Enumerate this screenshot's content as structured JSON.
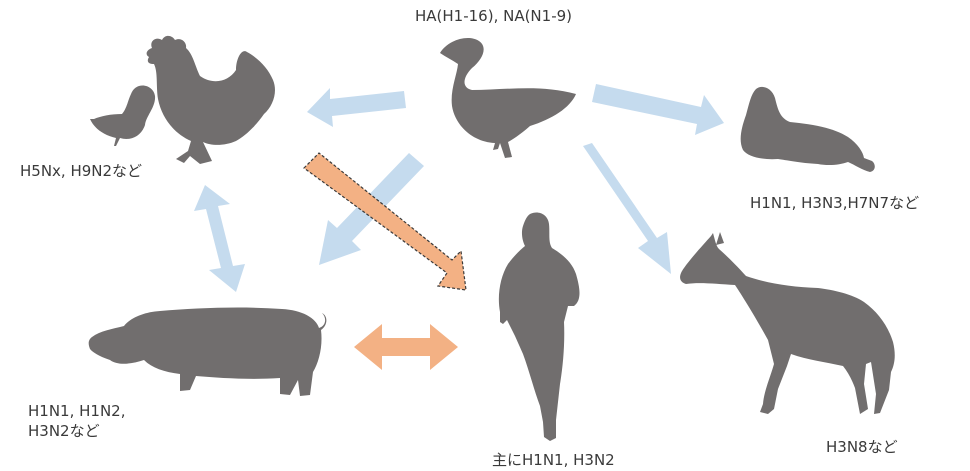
{
  "colors": {
    "animal_fill": "#716e6e",
    "blue_arrow": "#c5dbee",
    "orange_arrow": "#f3b184",
    "dashed_outline": "#3a3a3a",
    "text": "#3a3a3a"
  },
  "labels": {
    "source": "HA(H1-16), NA(N1-9)",
    "poultry": "H5Nx, H9N2など",
    "seal": "H1N1, H3N3,H7N7など",
    "swine_line1": "H1N1, H1N2,",
    "swine_line2": "H3N2など",
    "human": "主にH1N1, H3N2",
    "horse": "H3N8など"
  }
}
